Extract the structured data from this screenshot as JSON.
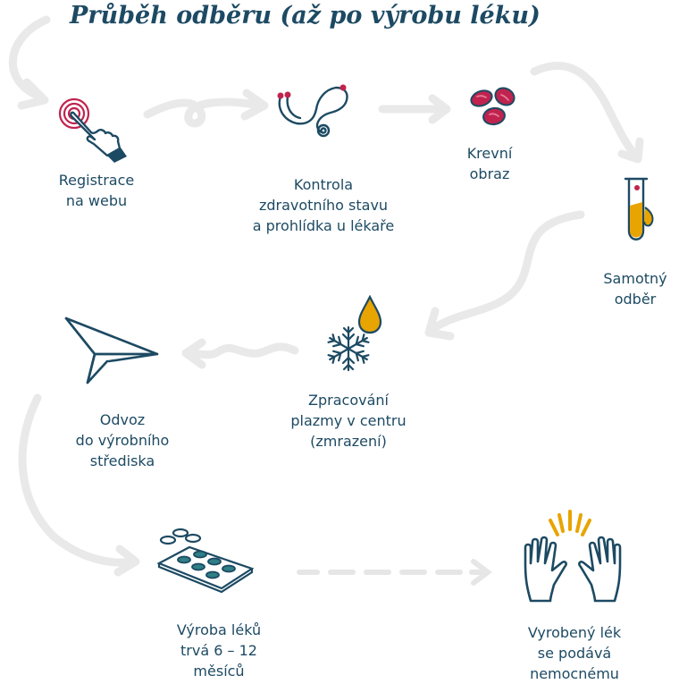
{
  "title": "Průběh odběru (až po výrobu léku)",
  "colors": {
    "text": "#1d4a63",
    "accent_red": "#c0234e",
    "accent_yellow": "#e8a400",
    "arrow": "#e9e9e9",
    "teal": "#2e7f86"
  },
  "steps": [
    {
      "icon": "touch-hand-icon",
      "lines": [
        "Registrace",
        "na webu"
      ]
    },
    {
      "icon": "stethoscope-icon",
      "lines": [
        "Kontrola",
        "zdravotního stavu",
        "a prohlídka u lékaře"
      ]
    },
    {
      "icon": "blood-cells-icon",
      "lines": [
        "Krevní",
        "obraz"
      ]
    },
    {
      "icon": "test-tube-icon",
      "lines": [
        "Samotný",
        "odběr"
      ]
    },
    {
      "icon": "snowflake-drop-icon",
      "lines": [
        "Zpracování",
        "plazmy v centru",
        "(zmrazení)"
      ]
    },
    {
      "icon": "paper-plane-icon",
      "lines": [
        "Odvoz",
        "do výrobního",
        "střediska"
      ]
    },
    {
      "icon": "pills-icon",
      "lines": [
        "Výroba léků",
        "trvá 6 – 12",
        "měsíců"
      ]
    },
    {
      "icon": "raised-hands-icon",
      "lines": [
        "Vyrobený lék",
        "se podává",
        "nemocnému"
      ]
    }
  ]
}
